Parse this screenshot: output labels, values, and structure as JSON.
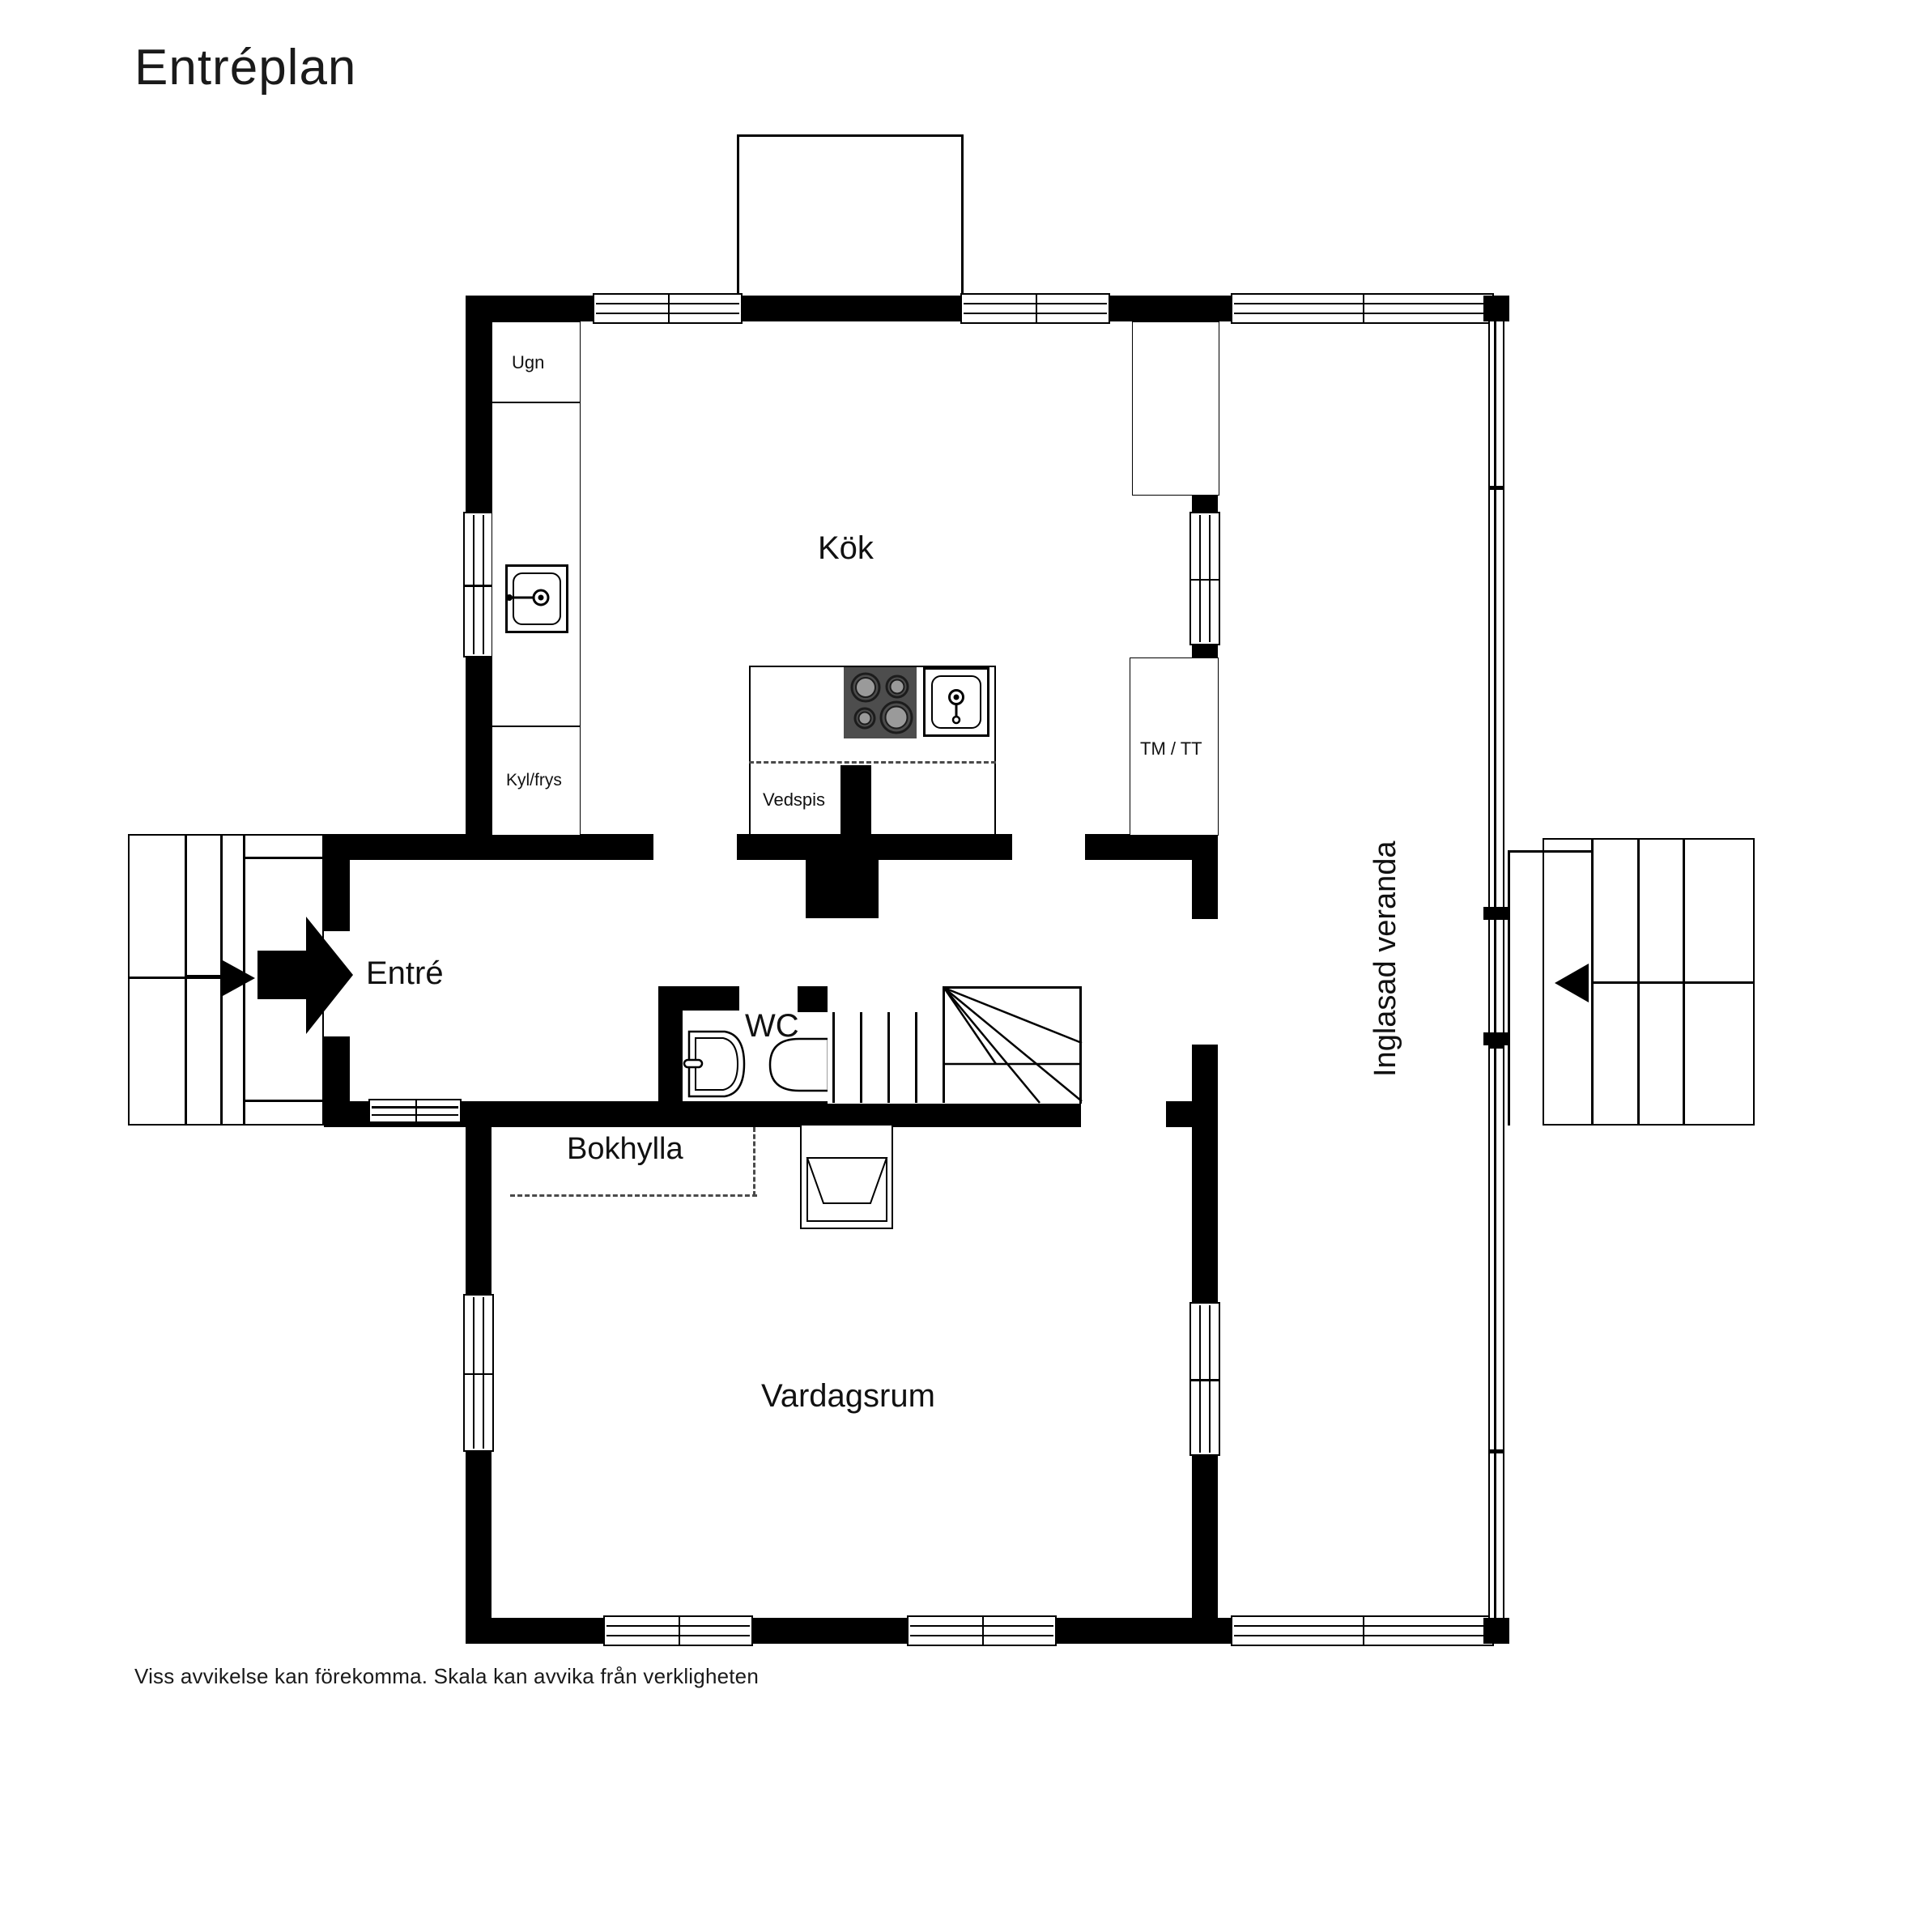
{
  "document": {
    "title": "Entréplan",
    "disclaimer": "Viss avvikelse kan förekomma. Skala kan avvika från verkligheten"
  },
  "plan": {
    "floor_name": "Entréplan",
    "rooms": [
      {
        "id": "kok",
        "label": "Kök",
        "type": "kitchen"
      },
      {
        "id": "entre",
        "label": "Entré",
        "type": "entrance"
      },
      {
        "id": "wc",
        "label": "WC",
        "type": "bathroom"
      },
      {
        "id": "vardagsrum",
        "label": "Vardagsrum",
        "type": "living-room"
      },
      {
        "id": "veranda",
        "label": "Inglasad veranda",
        "type": "glazed-veranda"
      }
    ],
    "fixtures": [
      {
        "id": "ugn",
        "label": "Ugn",
        "meaning": "oven"
      },
      {
        "id": "kylfrys",
        "label": "Kyl/frys",
        "meaning": "fridge-freezer"
      },
      {
        "id": "vedspis",
        "label": "Vedspis",
        "meaning": "wood-burning-stove"
      },
      {
        "id": "tmtt",
        "label": "TM / TT",
        "meaning": "washing-machine-tumble-dryer"
      },
      {
        "id": "bokhylla",
        "label": "Bokhylla",
        "meaning": "bookshelf"
      }
    ],
    "labels": {
      "kok": "Kök",
      "entre": "Entré",
      "wc": "WC",
      "vardagsrum": "Vardagsrum",
      "veranda": "Inglasad veranda",
      "ugn": "Ugn",
      "kylfrys": "Kyl/frys",
      "vedspis": "Vedspis",
      "tmtt": "TM / TT",
      "bokhylla": "Bokhylla"
    },
    "colors": {
      "wall": "#000000",
      "background": "#ffffff",
      "text": "#111111",
      "dashed": "#4a4a4a",
      "cooktop": "#4d4d4d",
      "burner": "#9a9a9a"
    },
    "entrances": [
      {
        "id": "main-entrance",
        "direction": "right",
        "size": "large"
      },
      {
        "id": "veranda-entrance",
        "direction": "left",
        "size": "small"
      },
      {
        "id": "stair-direction",
        "direction": "left",
        "size": "small"
      }
    ]
  }
}
